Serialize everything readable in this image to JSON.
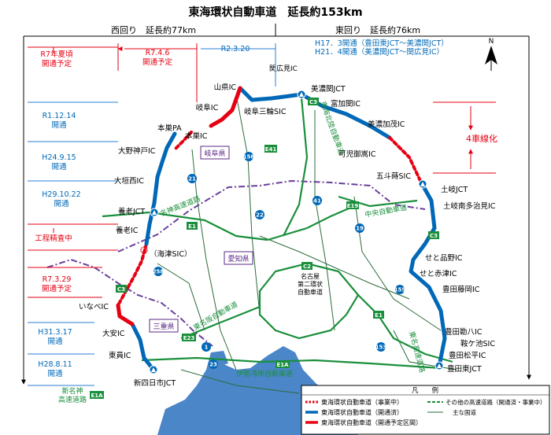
{
  "title": "東海環状自動車道　延長約153km",
  "west": "西回り　延長約77km",
  "east": "東回り　延長約76km",
  "north": "N",
  "dates": {
    "r7_summer": "R7年夏頃\n開通予定",
    "r7_4_6": "R7.4.6\n開通予定",
    "r2_3_20": "R2.3.20",
    "h17_h21": "H17．3開通（豊田東JCT～美濃関JCT）\nH21．4開通（美濃関JCT～関広見IC）",
    "r1_12_14": "R1.12.14\n開通",
    "h24_9_15": "H24.9.15\n開通",
    "h29_10_22": "H29.10.22\n開通",
    "survey": "工程精査中",
    "r7_3_29": "R7.3.29\n開通予定",
    "h31_3_17": "H31.3.17\n開通",
    "h28_8_11": "H28.8.11\n開通",
    "four_lane": "4車線化"
  },
  "interchanges": {
    "yamagata": "山県IC",
    "sekihiromi": "関広見IC",
    "minoseki_jct": "美濃関JCT",
    "tomikaseki": "富加関IC",
    "gifu": "岐阜IC",
    "gifu_miwa": "岐阜三輪SIC",
    "motosu_pa": "本巣PA",
    "motosu": "本巣IC",
    "minokamo": "美濃加茂IC",
    "kani_mitake": "可児御嵩IC",
    "ono_kobe": "大野神戸IC",
    "gotosan": "五斗蒔SIC",
    "ogaki_nishi": "大垣西IC",
    "toki_jct": "土岐JCT",
    "toki_minami": "土岐南多治見IC",
    "yoro_jct": "養老JCT",
    "yoro": "養老IC",
    "kaizu": "（海津SIC）",
    "seto_shinano": "せと品野IC",
    "seto_akazu": "せと赤津IC",
    "toyota_fujioka": "豊田藤岡IC",
    "inabe": "いなべIC",
    "oyasu": "大安IC",
    "toin": "東員IC",
    "yokkaichi_jct": "新四日市JCT",
    "toyota_kanbara": "豊田勘八IC",
    "kuraga_ike": "鞍ケ池SIC",
    "toyota_matsudaira": "豊田松平IC",
    "toyota_higashi": "豊田東JCT"
  },
  "prefectures": {
    "gifu": "岐阜県",
    "aichi": "愛知県",
    "mie": "三重県"
  },
  "expressways": {
    "tokai_hokuriku": "東海北陸自動車道",
    "meishin": "名神高速道路",
    "chuo": "中央自動車道",
    "higashi_meihan": "東名阪自動車道",
    "ise_wangan": "伊勢湾岸自動車道",
    "nagoya_second_ring": "名古屋\n第二環状\n自動車道",
    "tomei": "東名高速道路",
    "shin_meishin": "新名神\n高速道路"
  },
  "route_codes": [
    "C3",
    "E41",
    "E19",
    "E1",
    "C2",
    "E1A",
    "E23"
  ],
  "national_routes": [
    "156",
    "21",
    "22",
    "41",
    "19",
    "258",
    "155",
    "153",
    "1",
    "23"
  ],
  "legend": {
    "title": "凡　　例",
    "items": [
      "東海環状自動車道（事業中）",
      "東海環状自動車道（開通済）",
      "東海環状自動車道（開通予定区間）",
      "その他の高速道路（開通済・事業中）",
      "主な国道"
    ]
  },
  "colors": {
    "ring_open": "#0068b7",
    "ring_planned": "#e60012",
    "expressway": "#1a8f3c",
    "national_road": "#7a3fa0",
    "sea": "#4a86c8",
    "prefecture_border": "#6a3f9c"
  }
}
